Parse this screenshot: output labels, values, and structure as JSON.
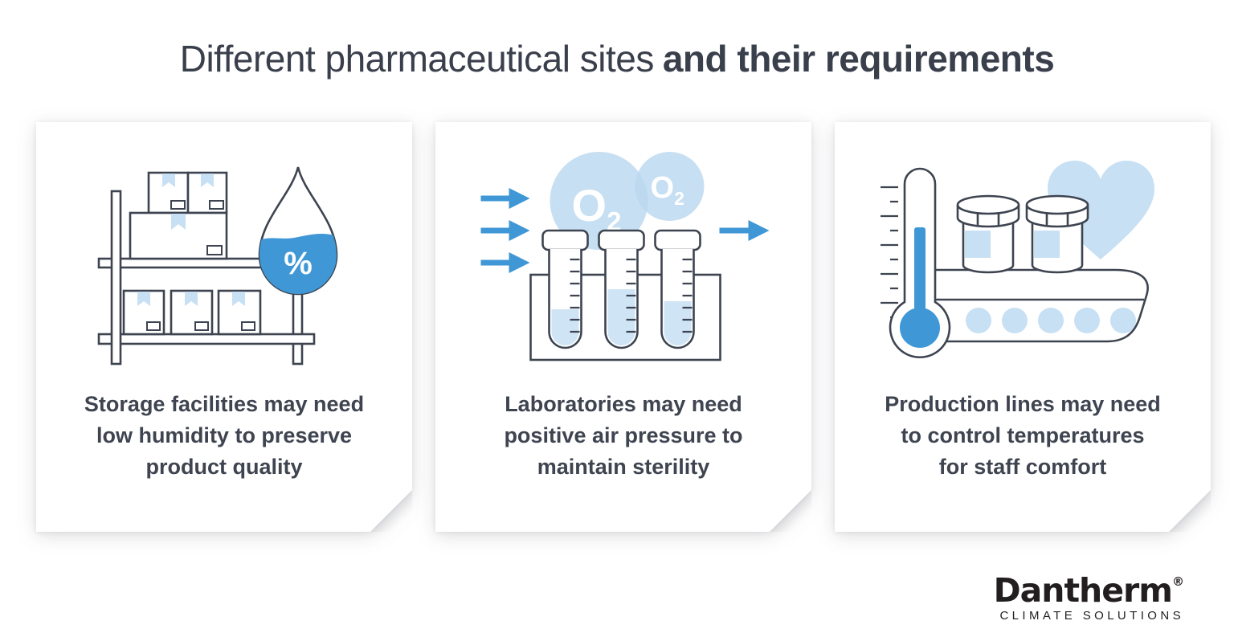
{
  "title": {
    "regular": "Different pharmaceutical sites",
    "bold": "and their requirements"
  },
  "cards": [
    {
      "name": "storage-facilities",
      "caption_lines": [
        "Storage facilities may need",
        "low humidity to preserve",
        "product quality"
      ],
      "icon": {
        "type": "shelf-boxes-humidity-droplet",
        "droplet_label": "%"
      }
    },
    {
      "name": "laboratories",
      "caption_lines": [
        "Laboratories may need",
        "positive air pressure to",
        "maintain sterility"
      ],
      "icon": {
        "type": "test-tubes-airflow",
        "bubbles": [
          {
            "main": "O",
            "sub": "2"
          },
          {
            "main": "O",
            "sub": "2"
          }
        ]
      }
    },
    {
      "name": "production-lines",
      "caption_lines": [
        "Production lines may need",
        "to control temperatures",
        "for staff comfort"
      ],
      "icon": {
        "type": "thermometer-conveyor-heart"
      }
    }
  ],
  "logo": {
    "name": "Dantherm",
    "registered": "®",
    "tagline": "CLIMATE SOLUTIONS"
  },
  "colors": {
    "accent": "#3f97d6",
    "light-blue": "#c7e0f4",
    "liquid-blue": "#cfe5f6",
    "ink": "#3d4450",
    "text": "#3e4450",
    "logo": "#221e1f"
  }
}
